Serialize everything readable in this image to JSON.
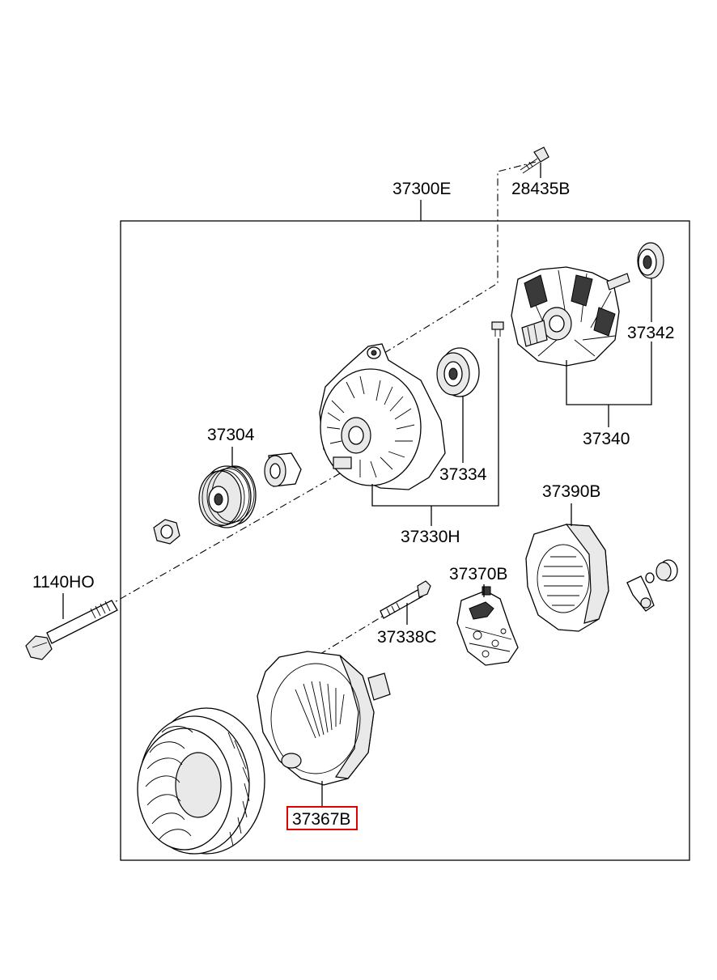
{
  "labels": {
    "p28435B": "28435B",
    "p37300E": "37300E",
    "p37342": "37342",
    "p37340": "37340",
    "p37304": "37304",
    "p37334": "37334",
    "p37330H": "37330H",
    "p37390B": "37390B",
    "p1140HO": "1140HO",
    "p37370B": "37370B",
    "p37338C": "37338C",
    "p37367B": "37367B"
  },
  "highlight_color": "#e00000"
}
